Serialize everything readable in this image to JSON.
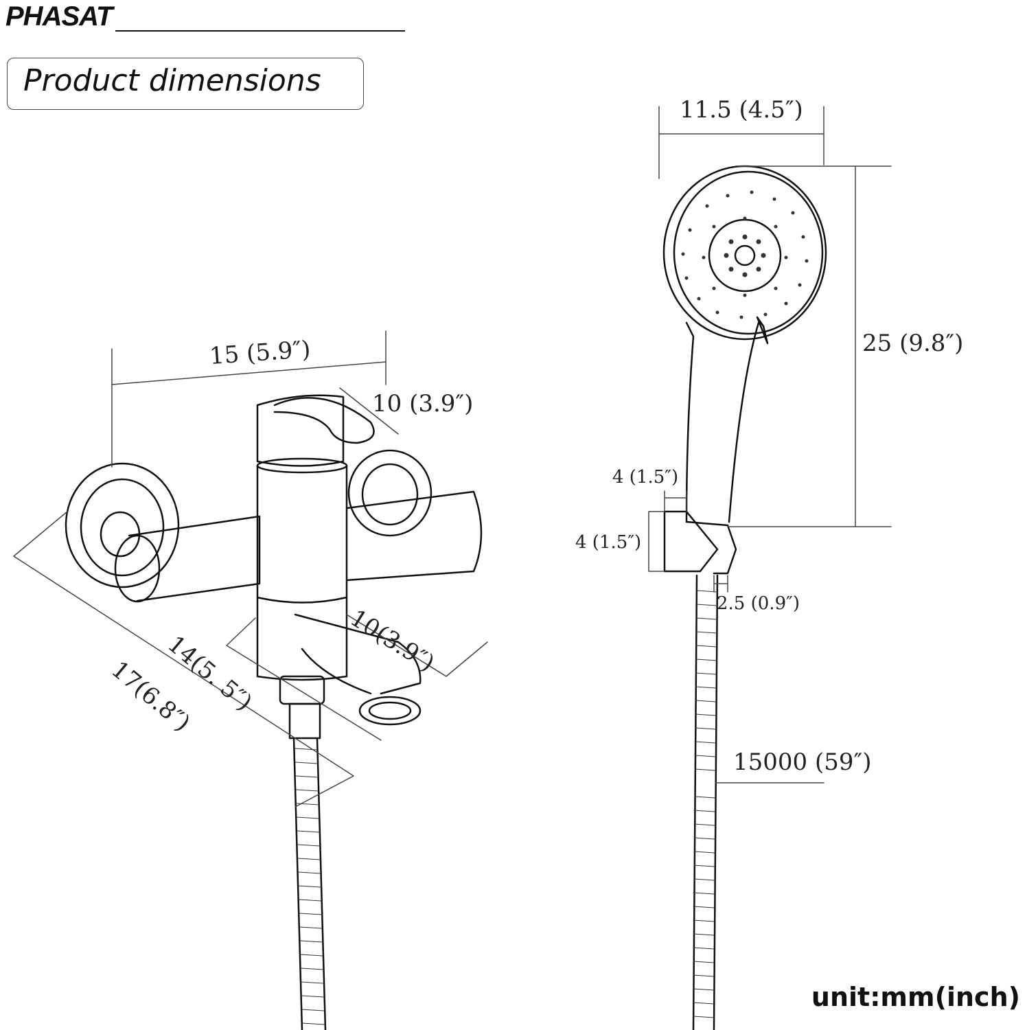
{
  "brand": {
    "logo_text": "PHASAT"
  },
  "header": {
    "title": "Product dimensions"
  },
  "faucet": {
    "dims": {
      "width": "15 (5.9″)",
      "handle_depth": "10 (3.9″)",
      "spout_length": "10(3.9″)",
      "body_depth": "14(5. 5″)",
      "total_depth": "17(6.8″)"
    }
  },
  "hand_shower": {
    "dims": {
      "head_width": "11.5 (4.5″)",
      "length": "25 (9.8″)",
      "holder_width": "4 (1.5″)",
      "holder_height": "4 (1.5″)",
      "holder_depth": "2.5 (0.9″)",
      "hose_length": "15000 (59″)"
    }
  },
  "footer": {
    "unit_note": "unit:mm(inch)"
  }
}
